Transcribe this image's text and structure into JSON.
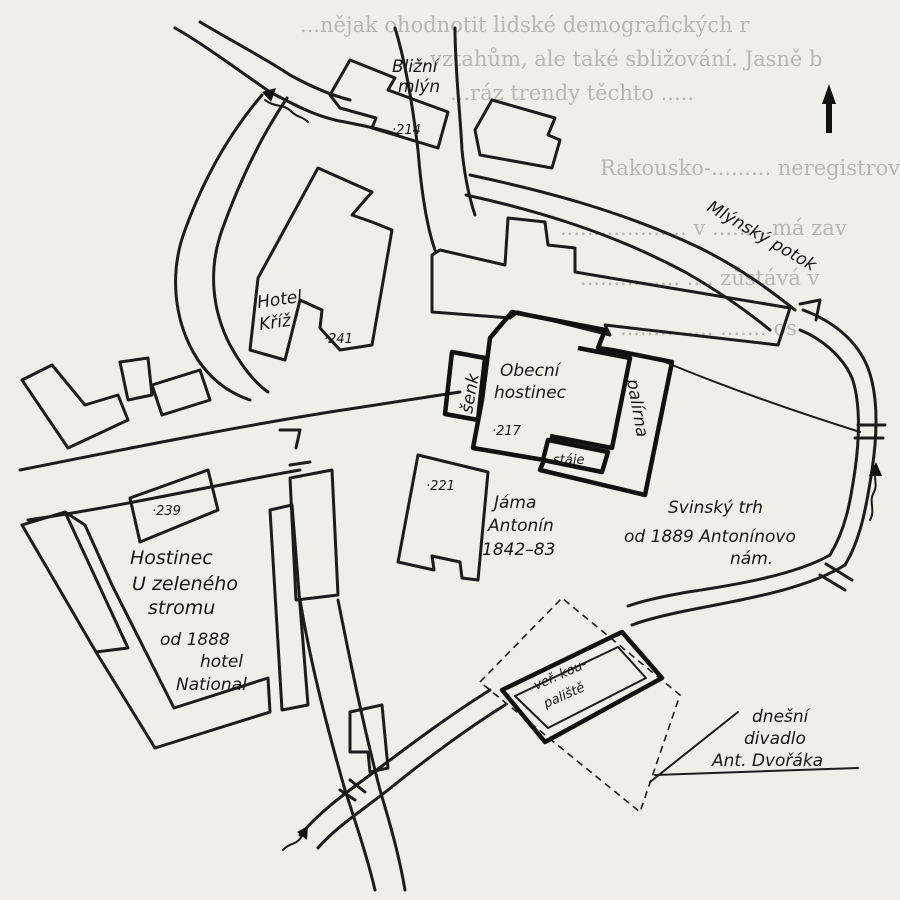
{
  "background_text": [
    "...nějak ohodnotit lidské demografických r",
    "...vztahům, ale také sbližování. Jasně b",
    "...ráz trendy těchto .....",
    "Rakousko-.........      neregistrov",
    "...................   v ........  má zav",
    "...............        .... zůstává v",
    "..............      .......  os"
  ],
  "labels": {
    "blizni_mlyn_line1": "Bližní",
    "blizni_mlyn_line2": "mlýn",
    "no_214": "·214",
    "hotel_kriz_line1": "Hotel",
    "hotel_kriz_line2": "Kříž",
    "no_241": "·241",
    "mlynsky_potok": "Mlýnský potok",
    "obecni_line1": "Obecní",
    "obecni_line2": "hostinec",
    "no_217": "·217",
    "senk": "šenk",
    "palirna": "palírna",
    "staje": "stáje",
    "no_221": "·221",
    "jama_line1": "Jáma",
    "jama_line2": "Antonín",
    "jama_line3": "1842–83",
    "svinsky_line1": "Svinský trh",
    "svinsky_line2": "od 1889  Antonínovo",
    "svinsky_line3": "nám.",
    "no_239": "·239",
    "zeleny_line1": "Hostinec",
    "zeleny_line2": "U zeleného",
    "zeleny_line3": "stromu",
    "zeleny_line4": "od 1888",
    "zeleny_line5": "hotel",
    "zeleny_line6": "National",
    "koupaliste_line1": "veř. kou-",
    "koupaliste_line2": "paliště",
    "divadlo_line1": "dnešní",
    "divadlo_line2": "divadlo",
    "divadlo_line3": "Ant. Dvořáka"
  },
  "north_arrow": "north-arrow-icon"
}
